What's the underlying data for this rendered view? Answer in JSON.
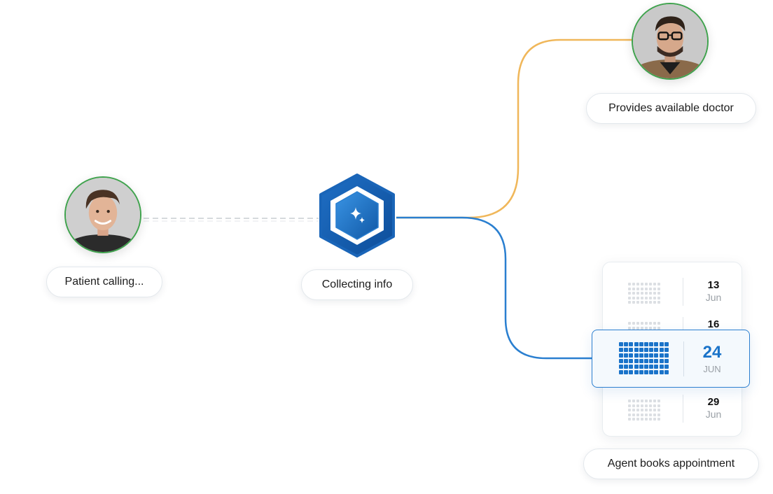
{
  "nodes": {
    "patient": {
      "label": "Patient calling..."
    },
    "agent": {
      "label": "Collecting info"
    },
    "doctor": {
      "label": "Provides available doctor"
    },
    "booking": {
      "label": "Agent books appointment"
    }
  },
  "calendar": {
    "dates": [
      {
        "day": "13",
        "month": "Jun"
      },
      {
        "day": "16",
        "month": ""
      },
      {
        "day": "29",
        "month": "Jun"
      }
    ],
    "selected": {
      "day": "24",
      "month": "JUN"
    }
  },
  "colors": {
    "doctor_connector": "#f0b75a",
    "booking_connector": "#2a7fd0",
    "patient_connector": "#c8cdd2",
    "avatar_ring": "#3fa34d",
    "accent": "#1a73c9"
  },
  "icons": {
    "agent": "sparkle-icon",
    "calendar": "calendar-grid-icon"
  }
}
